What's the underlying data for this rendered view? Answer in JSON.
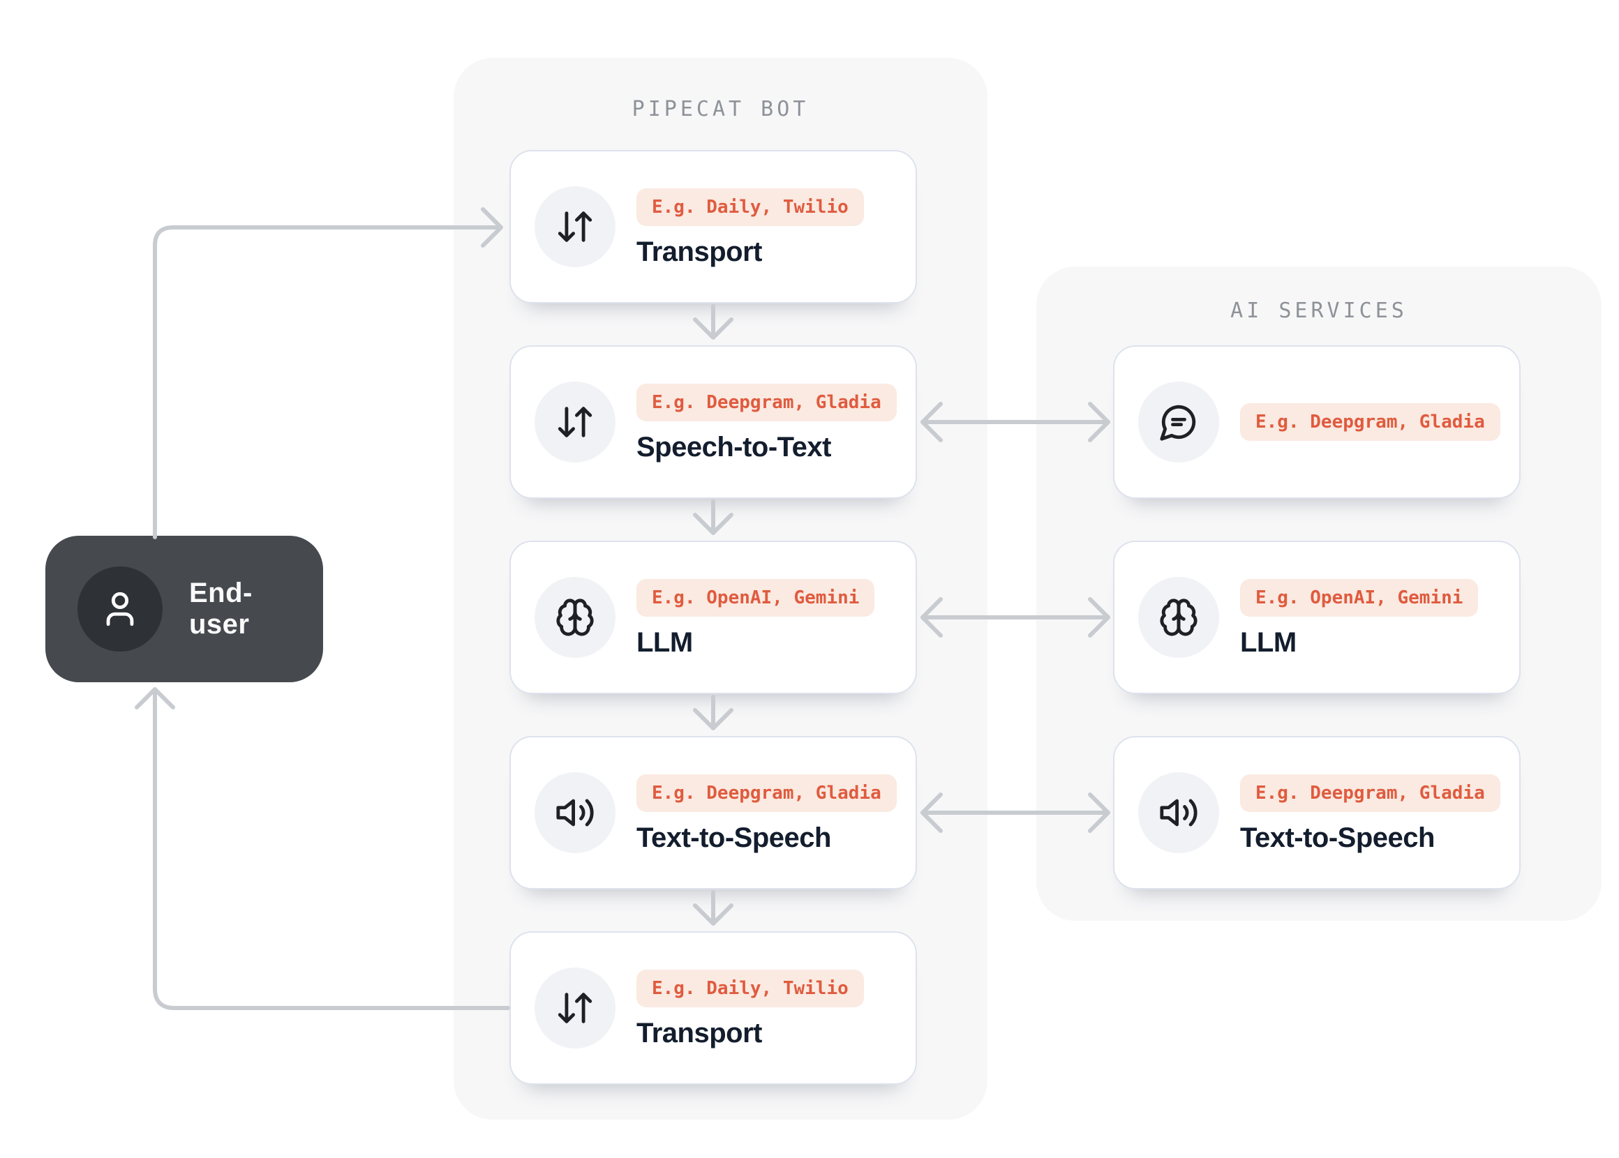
{
  "diagram": {
    "end_user": {
      "label": "End-user",
      "icon": "user-icon"
    },
    "pipecat_panel": {
      "title": "PIPECAT BOT",
      "cards": [
        {
          "id": "transport-in",
          "icon": "arrow-down-up-icon",
          "badge": "E.g. Daily, Twilio",
          "title": "Transport"
        },
        {
          "id": "speech-to-text",
          "icon": "arrow-down-up-icon",
          "badge": "E.g. Deepgram, Gladia",
          "title": "Speech-to-Text"
        },
        {
          "id": "llm",
          "icon": "brain-icon",
          "badge": "E.g. OpenAI, Gemini",
          "title": "LLM"
        },
        {
          "id": "text-to-speech",
          "icon": "speaker-icon",
          "badge": "E.g. Deepgram, Gladia",
          "title": "Text-to-Speech"
        },
        {
          "id": "transport-out",
          "icon": "arrow-down-up-icon",
          "badge": "E.g. Daily, Twilio",
          "title": "Transport"
        }
      ]
    },
    "ai_panel": {
      "title": "AI SERVICES",
      "cards": [
        {
          "id": "stt-service",
          "icon": "speech-bubble-icon",
          "badge": "E.g. Deepgram, Gladia",
          "title": ""
        },
        {
          "id": "llm-service",
          "icon": "brain-icon",
          "badge": "E.g. OpenAI, Gemini",
          "title": "LLM"
        },
        {
          "id": "tts-service",
          "icon": "speaker-icon",
          "badge": "E.g. Deepgram, Gladia",
          "title": "Text-to-Speech"
        }
      ]
    },
    "edges": [
      {
        "from": "end-user",
        "to": "transport-in",
        "direction": "one-way"
      },
      {
        "from": "transport-in",
        "to": "speech-to-text",
        "direction": "one-way"
      },
      {
        "from": "speech-to-text",
        "to": "llm",
        "direction": "one-way"
      },
      {
        "from": "llm",
        "to": "text-to-speech",
        "direction": "one-way"
      },
      {
        "from": "text-to-speech",
        "to": "transport-out",
        "direction": "one-way"
      },
      {
        "from": "transport-out",
        "to": "end-user",
        "direction": "one-way"
      },
      {
        "from": "speech-to-text",
        "to": "stt-service",
        "direction": "two-way"
      },
      {
        "from": "llm",
        "to": "llm-service",
        "direction": "two-way"
      },
      {
        "from": "text-to-speech",
        "to": "tts-service",
        "direction": "two-way"
      }
    ],
    "colors": {
      "accent_text": "#e05b3f",
      "badge_background": "#faeae1",
      "card_title": "#131d2d",
      "panel_background": "#f7f7f8",
      "panel_title": "#8e9298",
      "card_border": "#dde2ec",
      "arrow": "#c8cbd0",
      "end_user_background": "#46494e",
      "end_user_circle": "#2e3136"
    }
  }
}
